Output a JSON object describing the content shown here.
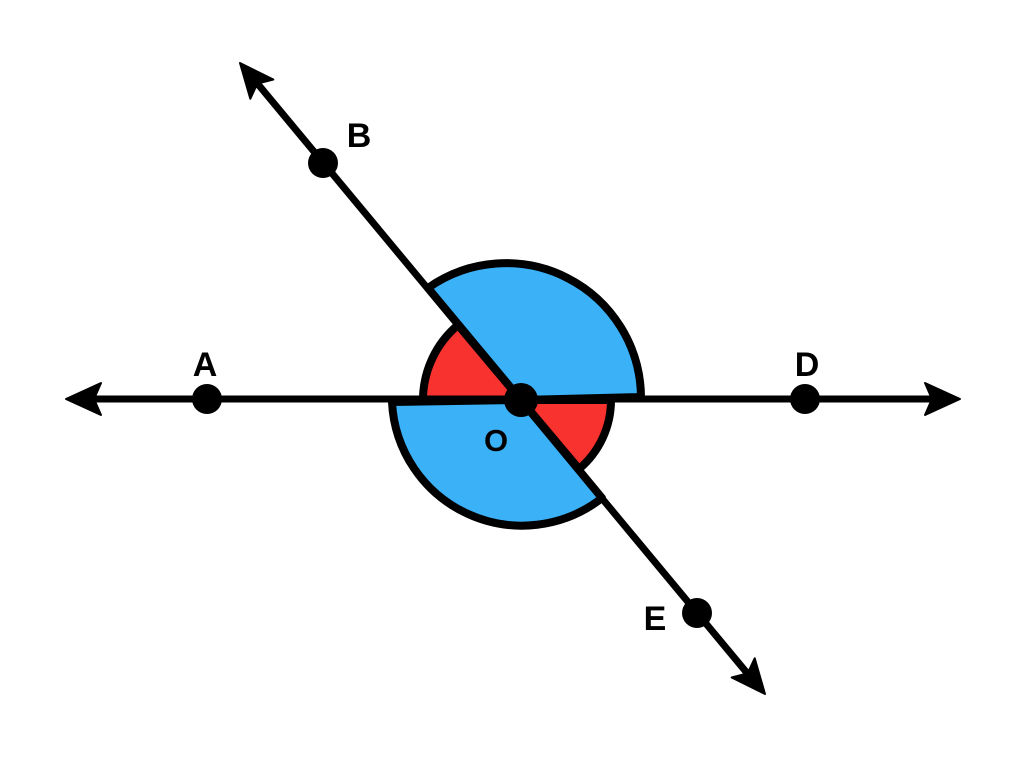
{
  "figure": {
    "type": "geometry-diagram",
    "description": "Two straight lines intersect at point O: line through A, O, D and line through B, O, E. The two pairs of vertical angles are shaded: the obtuse pair (angle BOD and angle AOE) in blue, the acute pair (angle AOB and angle DOE) in red.",
    "points": {
      "A": {
        "label": "A"
      },
      "B": {
        "label": "B"
      },
      "D": {
        "label": "D"
      },
      "E": {
        "label": "E"
      },
      "O": {
        "label": "O"
      }
    },
    "lines": [
      {
        "name": "line-AD",
        "through": [
          "A",
          "O",
          "D"
        ],
        "arrows": "both-ends"
      },
      {
        "name": "line-BE",
        "through": [
          "B",
          "O",
          "E"
        ],
        "arrows": "both-ends"
      }
    ],
    "angles": [
      {
        "name": "angle-BOD",
        "vertex": "O",
        "type": "obtuse",
        "color_key": "blue"
      },
      {
        "name": "angle-AOE",
        "vertex": "O",
        "type": "obtuse",
        "color_key": "blue"
      },
      {
        "name": "angle-AOB",
        "vertex": "O",
        "type": "acute",
        "color_key": "red"
      },
      {
        "name": "angle-DOE",
        "vertex": "O",
        "type": "acute",
        "color_key": "red"
      }
    ],
    "colors": {
      "blue": "#3BB1F8",
      "red": "#F8322F",
      "ink": "#000000",
      "background": "#FFFFFF"
    }
  }
}
